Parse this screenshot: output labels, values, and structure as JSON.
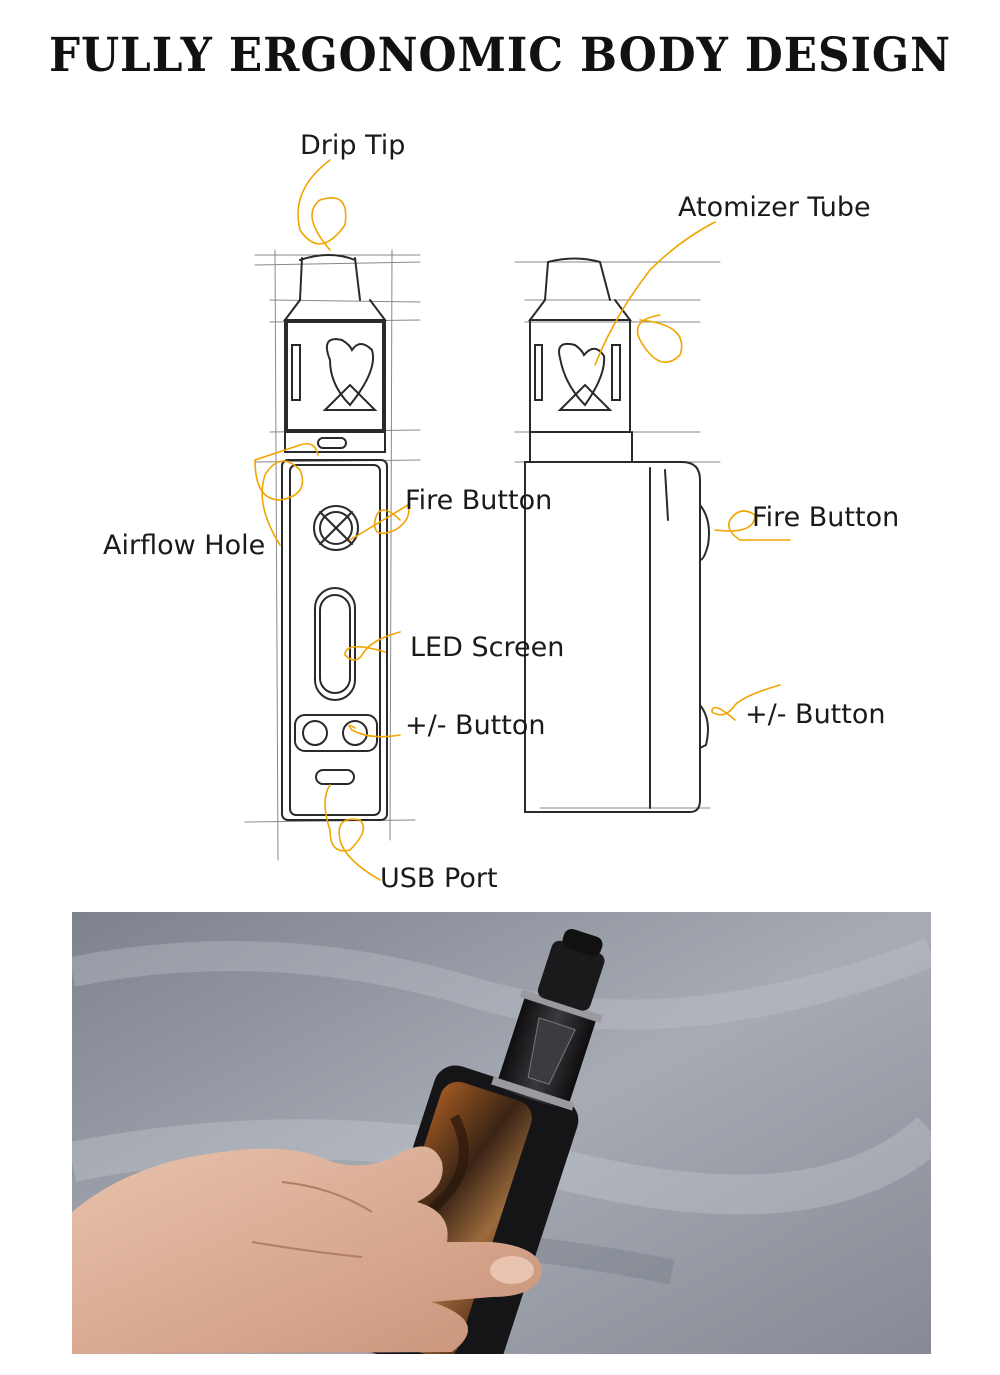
{
  "title": "FULLY ERGONOMIC BODY DESIGN",
  "labels": {
    "drip_tip": "Drip Tip",
    "atomizer_tube": "Atomizer Tube",
    "fire_button_front": "Fire Button",
    "airflow_hole": "Airflow Hole",
    "fire_button_side": "Fire Button",
    "led_screen": "LED Screen",
    "plus_minus_front": "+/- Button",
    "plus_minus_side": "+/- Button",
    "usb_port": "USB Port"
  },
  "colors": {
    "sketch_line": "#2a2a2a",
    "callout_line": "#f0a500",
    "photo_background": "#8e929c",
    "tank_metal": "#1c1c1e",
    "resin_panel": "#8a4a1c"
  }
}
